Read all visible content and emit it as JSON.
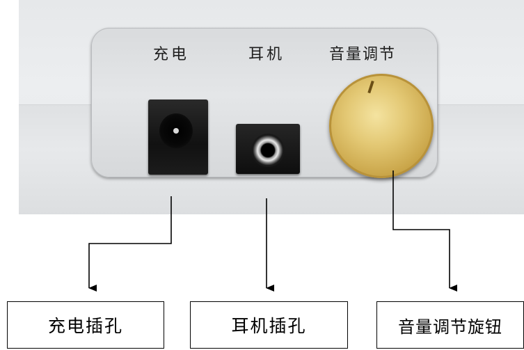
{
  "panel_labels": {
    "charge": "充电",
    "earphone": "耳机",
    "volume": "音量调节"
  },
  "captions": {
    "charge_port": "充电插孔",
    "earphone_port": "耳机插孔",
    "volume_knob": "音量调节旋钮"
  },
  "colors": {
    "knob": "#d9bb62",
    "jack": "#111111",
    "panel": "#dfe1e3",
    "line": "#000000"
  }
}
